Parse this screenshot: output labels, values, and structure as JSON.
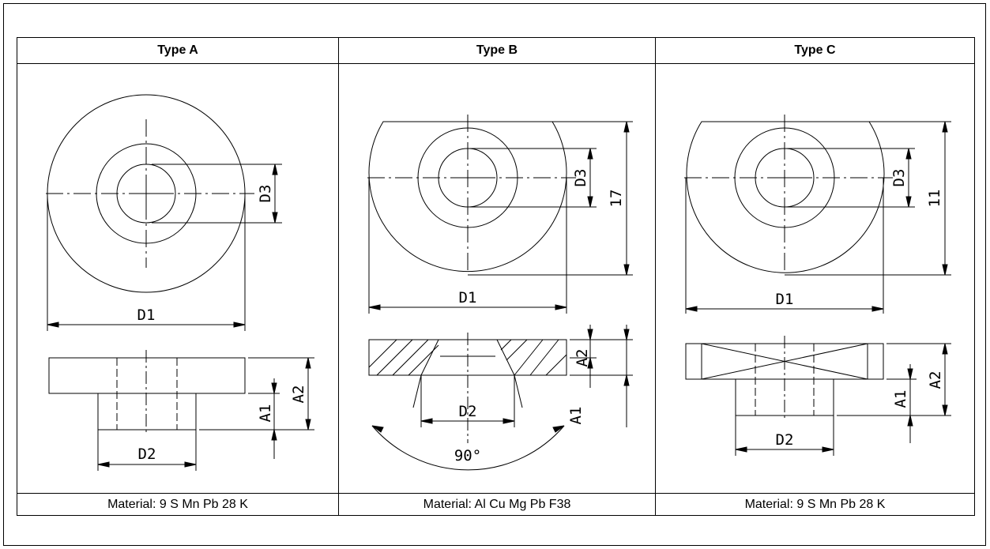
{
  "types": [
    {
      "title": "Type A",
      "material": "Material: 9 S Mn Pb 28 K",
      "labels": {
        "d1": "D1",
        "d2": "D2",
        "d3": "D3",
        "a1": "A1",
        "a2": "A2"
      }
    },
    {
      "title": "Type B",
      "material": "Material: Al Cu Mg Pb F38",
      "labels": {
        "d1": "D1",
        "d2": "D2",
        "d3": "D3",
        "a1": "A1",
        "a2": "A2",
        "height": "17",
        "angle": "90°"
      }
    },
    {
      "title": "Type C",
      "material": "Material: 9 S Mn Pb 28 K",
      "labels": {
        "d1": "D1",
        "d2": "D2",
        "d3": "D3",
        "a1": "A1",
        "a2": "A2",
        "height": "11"
      }
    }
  ]
}
